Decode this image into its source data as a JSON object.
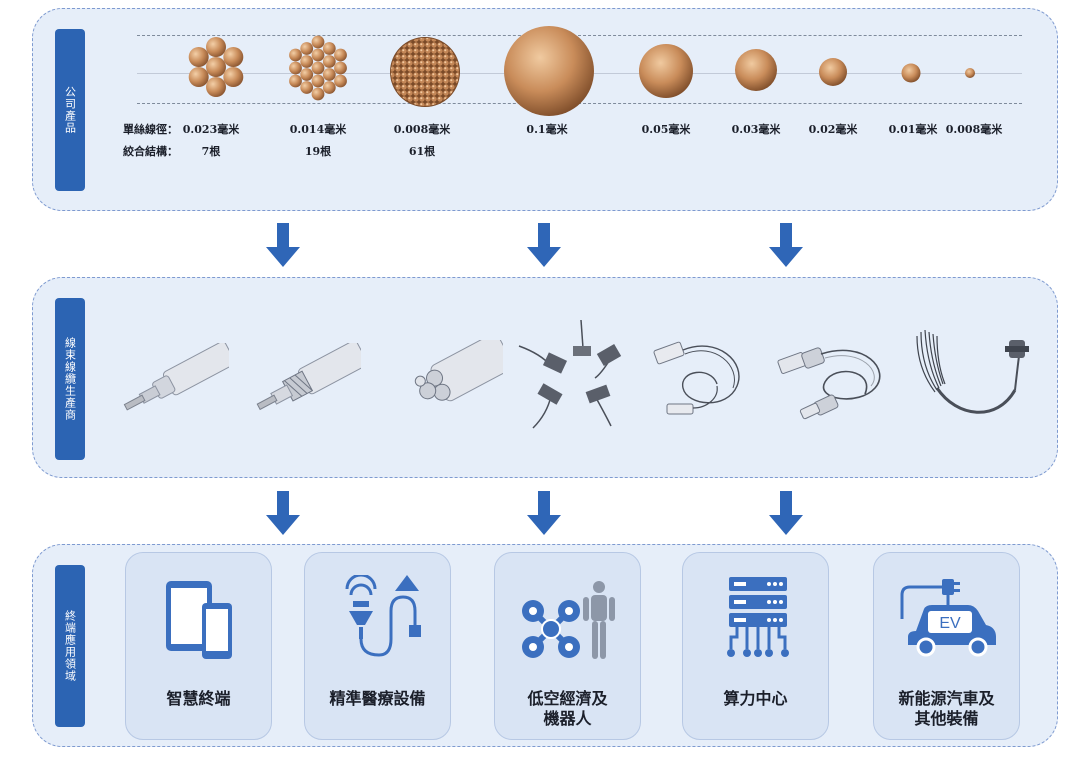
{
  "sections": {
    "products": {
      "label": "公司產品"
    },
    "harness": {
      "label": "線束線纜生產商"
    },
    "apps": {
      "label": "終端應用領域"
    }
  },
  "products": {
    "single_wire_caption": "單絲線徑：",
    "structure_caption": "絞合結構：",
    "items": [
      {
        "diameter": "0.023毫米",
        "strands": "7根"
      },
      {
        "diameter": "0.014毫米",
        "strands": "19根"
      },
      {
        "diameter": "0.008毫米",
        "strands": "61根"
      },
      {
        "diameter": "0.1毫米"
      },
      {
        "diameter": "0.05毫米"
      },
      {
        "diameter": "0.03毫米"
      },
      {
        "diameter": "0.02毫米"
      },
      {
        "diameter": "0.01毫米"
      },
      {
        "diameter": "0.008毫米"
      }
    ]
  },
  "harness": {
    "items": [
      "coaxial-cable-icon",
      "shielded-cable-icon",
      "multicore-cable-icon",
      "connector-cables-icon",
      "sensor-cable-icon",
      "plug-cable-icon",
      "wire-harness-icon"
    ]
  },
  "applications": {
    "items": [
      {
        "label": "智慧終端",
        "icon": "tablet-phone-icon"
      },
      {
        "label": "精準醫療設備",
        "icon": "medical-device-icon"
      },
      {
        "label": "低空經濟及機器人",
        "line1": "低空經濟及",
        "line2": "機器人",
        "icon": "drone-robot-icon"
      },
      {
        "label": "算力中心",
        "icon": "server-rack-icon"
      },
      {
        "label": "新能源汽車及其他裝備",
        "line1": "新能源汽車及",
        "line2": "其他裝備",
        "icon": "ev-car-icon"
      }
    ]
  },
  "colors": {
    "accent": "#2c64b3",
    "panel": "#e6eef9",
    "copper": "#c98c5a",
    "icon": "#3b6fbf"
  }
}
